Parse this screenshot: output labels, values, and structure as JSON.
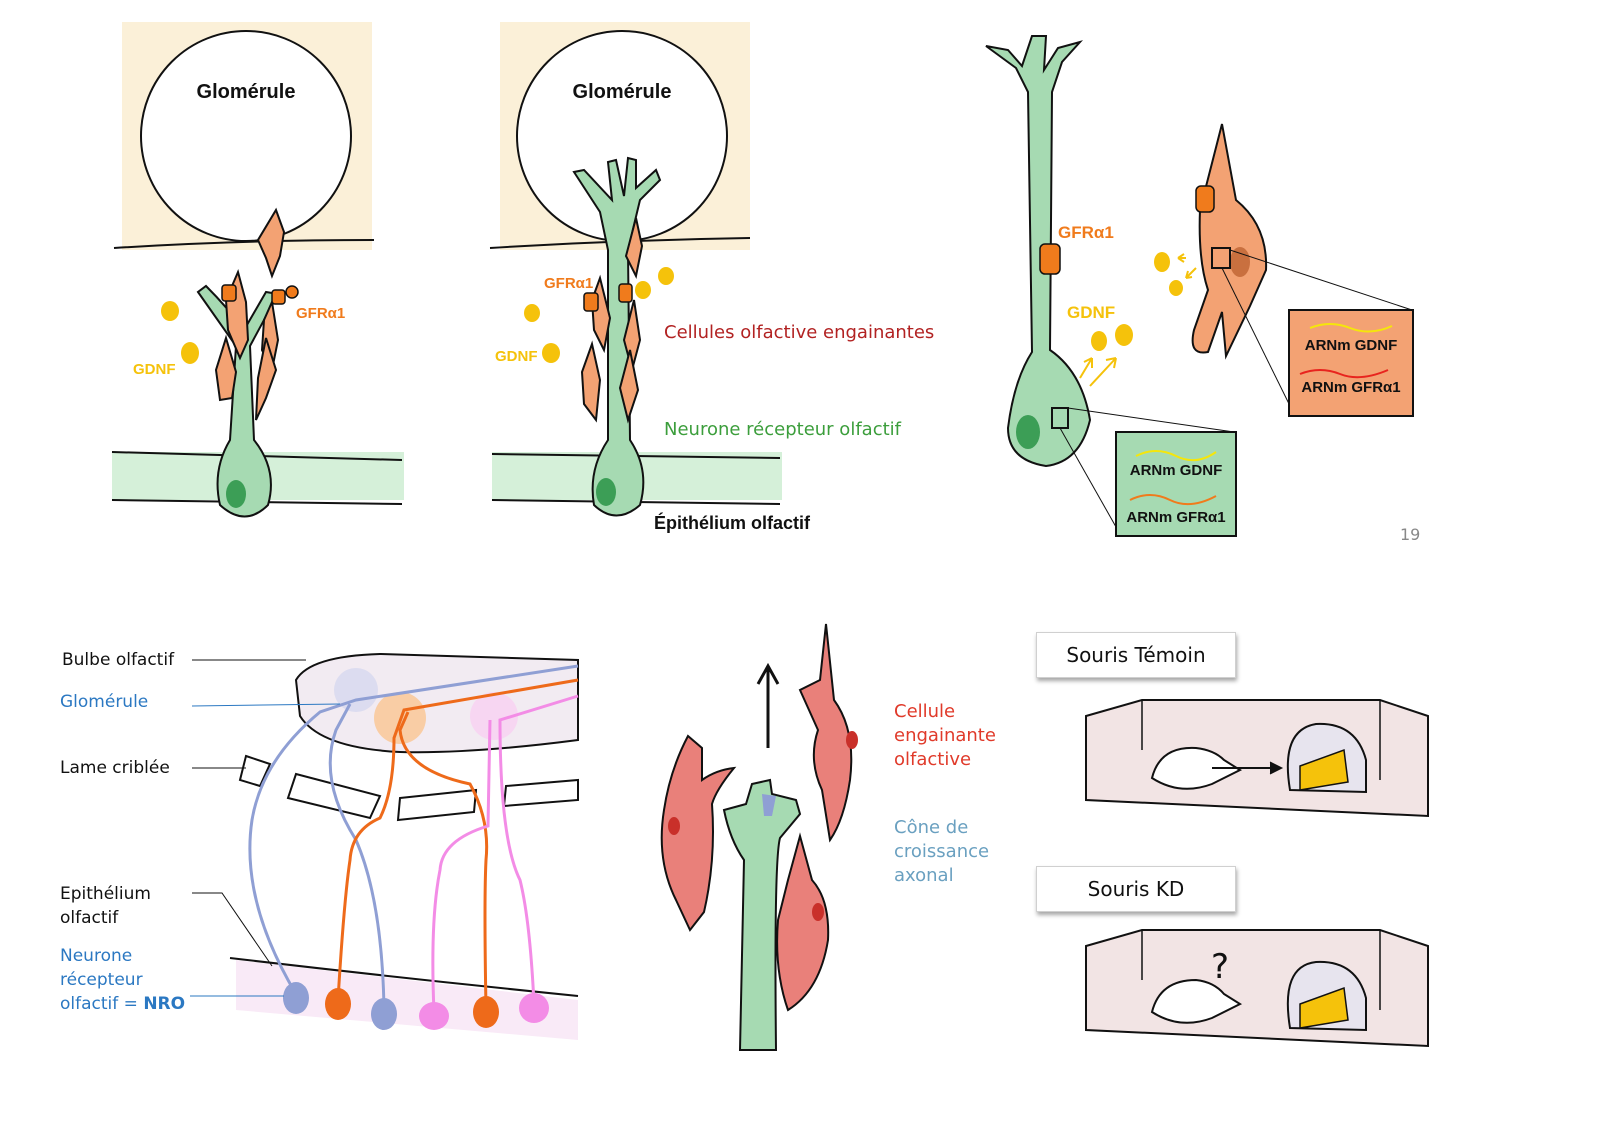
{
  "top_left": {
    "glomerule_1": "Glomérule",
    "glomerule_2": "Glomérule",
    "gfra1_1": "GFRα1",
    "gfra1_2": "GFRα1",
    "gdnf_1": "GDNF",
    "gdnf_2": "GDNF",
    "legend_oec": "Cellules olfactive engainantes",
    "legend_nro": "Neurone récepteur olfactif",
    "epithelium": "Épithélium olfactif"
  },
  "top_right": {
    "gfra1": "GFRα1",
    "gdnf": "GDNF",
    "orange_box_line1": "ARNm GDNF",
    "orange_box_line2": "ARNm GFRα1",
    "green_box_line1": "ARNm GDNF",
    "green_box_line2": "ARNm GFRα1",
    "page_number": "19"
  },
  "bottom_left": {
    "bulbe": "Bulbe olfactif",
    "glomerule": "Glomérule",
    "lame": "Lame criblée",
    "epithelium_line1": "Epithélium",
    "epithelium_line2": "olfactif",
    "nro_line1": "Neurone",
    "nro_line2": "récepteur",
    "nro_line3": "olfactif = ",
    "nro_bold": "NRO"
  },
  "bottom_middle": {
    "oec_line1": "Cellule",
    "oec_line2": "engainante",
    "oec_line3": "olfactive",
    "cone_line1": "Cône de",
    "cone_line2": "croissance",
    "cone_line3": "axonal"
  },
  "bottom_right": {
    "temoin": "Souris Témoin",
    "kd": "Souris KD",
    "question": "?"
  },
  "colors": {
    "green_fill": "#a6dab2",
    "orange_fill": "#f3a273",
    "gold": "#f5c20b",
    "legend_red": "#b22222",
    "legend_green": "#3c9e3c",
    "blue": "#8f9fd4",
    "orange_axon": "#ee6a1a",
    "pink": "#f38ce6",
    "label_blue": "#2b78c2",
    "cell_red": "#e9807a",
    "cone_text": "#6aa0c0",
    "oec_text": "#e03a2a"
  }
}
